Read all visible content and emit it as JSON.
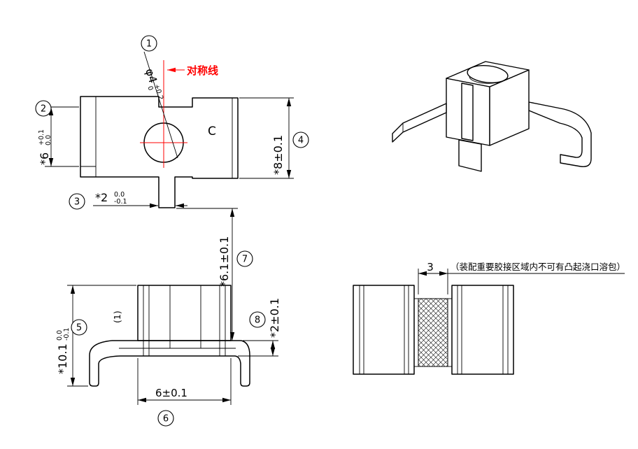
{
  "drawing": {
    "colors": {
      "line": "#000000",
      "accent": "#ff0000",
      "background": "#ffffff"
    },
    "balloons": {
      "n1": "1",
      "n2": "2",
      "n3": "3",
      "n4": "4",
      "n5": "5",
      "n6": "6",
      "n7": "7",
      "n8": "8"
    },
    "front_view": {
      "hole_dim": {
        "value": "φ4",
        "tol_up": "+0.2",
        "tol_dn": "0"
      },
      "symmetry_label": "对称线",
      "side_height_dim": {
        "value": "*6",
        "tol_up": "+0.1",
        "tol_dn": "0.0"
      },
      "tab_width_dim": {
        "value": "*2",
        "tol_up": "0.0",
        "tol_dn": "-0.1"
      },
      "body_height_dim": "*8±0.1",
      "face_label": "C"
    },
    "link_dims": {
      "leg_height_dim": "*6.1±0.1",
      "plate_thickness_dim": "*2±0.1"
    },
    "bottom_view": {
      "total_height_dim": {
        "value": "*10.1",
        "tol_up": "0.0",
        "tol_dn": "-0.1"
      },
      "ref_label": "(1)",
      "body_width_dim": "6±0.1"
    },
    "section_view": {
      "gap_dim": "3",
      "note": "（装配重要胶接区域内不可有凸起浇口溶包）"
    }
  }
}
